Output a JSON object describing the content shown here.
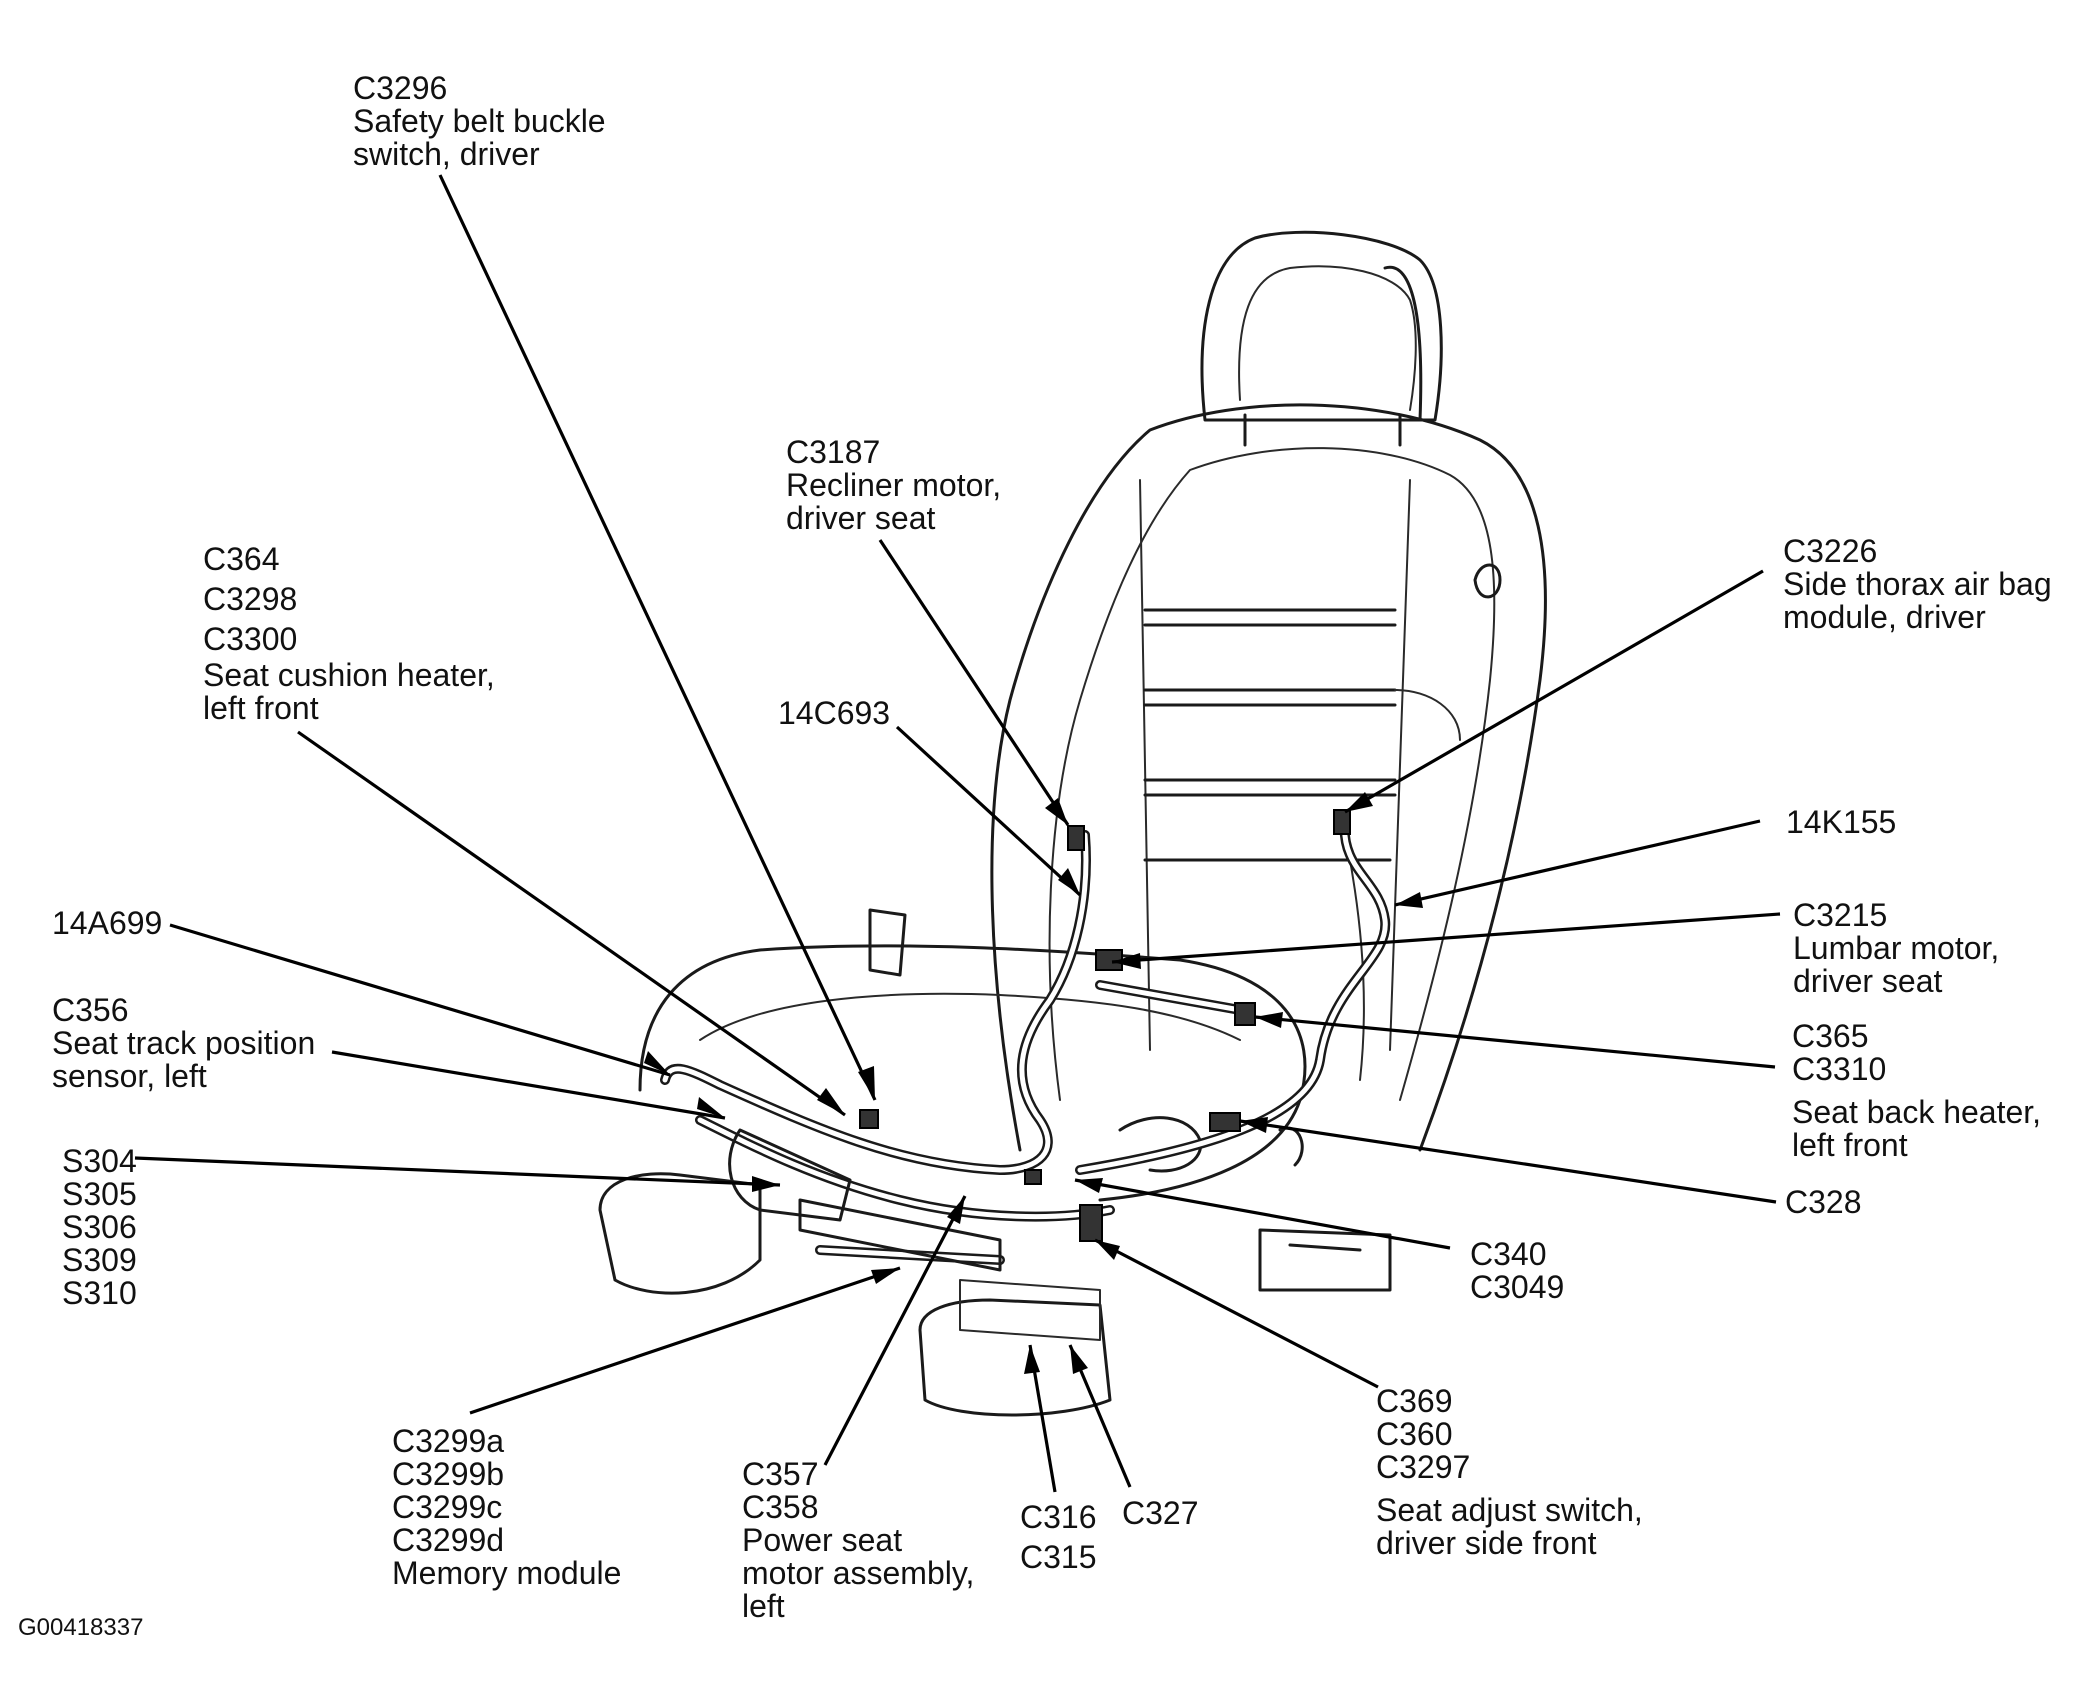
{
  "figure_id": "G00418337",
  "callouts": {
    "c3296": [
      "C3296",
      "Safety belt buckle",
      "switch, driver"
    ],
    "c3187": [
      "C3187",
      "Recliner motor,",
      "driver seat"
    ],
    "c364": [
      "C364",
      "C3298",
      "C3300",
      "Seat cushion heater,",
      "left front"
    ],
    "c3226": [
      "C3226",
      "Side thorax air bag",
      "module, driver"
    ],
    "14c693": [
      "14C693"
    ],
    "14k155": [
      "14K155"
    ],
    "14a699": [
      "14A699"
    ],
    "c3215": [
      "C3215",
      "Lumbar motor,",
      "driver seat"
    ],
    "c356": [
      "C356",
      "Seat track position",
      "sensor, left"
    ],
    "c365": [
      "C365",
      "C3310",
      "Seat back heater,",
      "left front"
    ],
    "s304": [
      "S304",
      "S305",
      "S306",
      "S309",
      "S310"
    ],
    "c328": [
      "C328"
    ],
    "c340": [
      "C340",
      "C3049"
    ],
    "c369": [
      "C369",
      "C360",
      "C3297",
      "Seat adjust switch,",
      "driver side front"
    ],
    "c3299": [
      "C3299a",
      "C3299b",
      "C3299c",
      "C3299d",
      "Memory module"
    ],
    "c357": [
      "C357",
      "C358",
      "Power seat",
      "motor assembly,",
      "left"
    ],
    "c316": [
      "C316",
      "C315"
    ],
    "c327": [
      "C327"
    ]
  }
}
